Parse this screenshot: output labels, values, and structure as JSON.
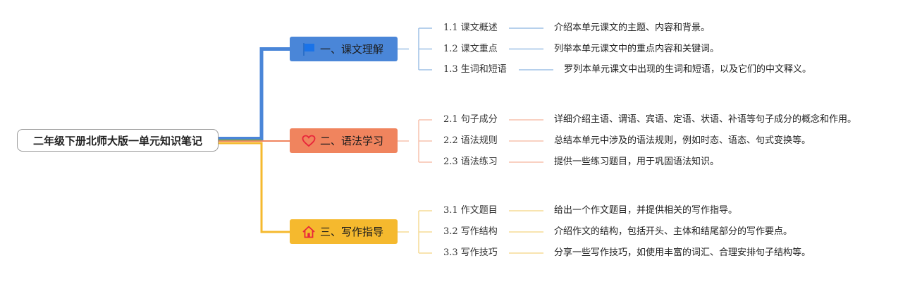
{
  "root": {
    "title": "二年级下册北师大版一单元知识笔记"
  },
  "colors": {
    "blue": "#4a86d8",
    "orange": "#f0845e",
    "yellow": "#f5b92e",
    "sub_blue": "#9ec0e6",
    "sub_orange": "#f7c2ad",
    "sub_yellow": "#f5dc95"
  },
  "branches": [
    {
      "label": "一、课文理解",
      "icon": "flag-icon",
      "items": [
        {
          "label": "1.1 课文概述",
          "desc": "介绍本单元课文的主题、内容和背景。"
        },
        {
          "label": "1.2 课文重点",
          "desc": "列举本单元课文中的重点内容和关键词。"
        },
        {
          "label": "1.3 生词和短语",
          "desc": "罗列本单元课文中出现的生词和短语，以及它们的中文释义。"
        }
      ]
    },
    {
      "label": "二、语法学习",
      "icon": "heart-icon",
      "items": [
        {
          "label": "2.1 句子成分",
          "desc": "详细介绍主语、谓语、宾语、定语、状语、补语等句子成分的概念和作用。"
        },
        {
          "label": "2.2 语法规则",
          "desc": "总结本单元中涉及的语法规则，例如时态、语态、句式变换等。"
        },
        {
          "label": "2.3 语法练习",
          "desc": "提供一些练习题目，用于巩固语法知识。"
        }
      ]
    },
    {
      "label": "三、写作指导",
      "icon": "house-icon",
      "items": [
        {
          "label": "3.1 作文题目",
          "desc": "给出一个作文题目，并提供相关的写作指导。"
        },
        {
          "label": "3.2 写作结构",
          "desc": "介绍作文的结构，包括开头、主体和结尾部分的写作要点。"
        },
        {
          "label": "3.3 写作技巧",
          "desc": "分享一些写作技巧，如使用丰富的词汇、合理安排句子结构等。"
        }
      ]
    }
  ]
}
